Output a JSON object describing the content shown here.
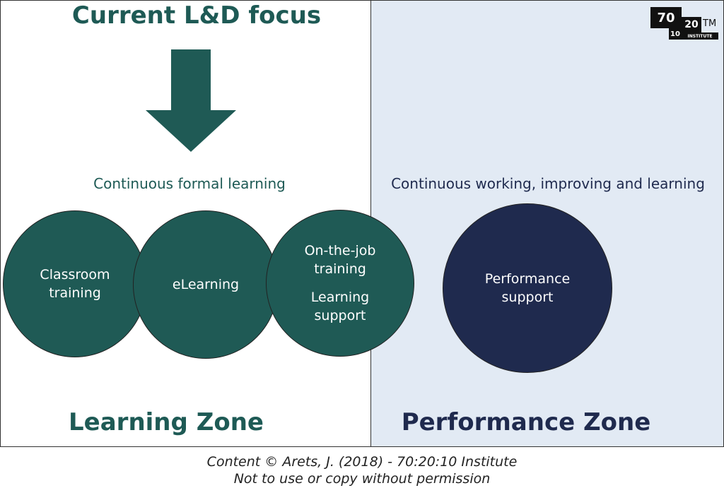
{
  "title": "Current L&D focus",
  "subtitles": {
    "left": "Continuous formal learning",
    "right": "Continuous working, improving and learning"
  },
  "circles": {
    "classroom": [
      "Classroom",
      "training"
    ],
    "elearning": "eLearning",
    "ojt": [
      "On-the-job",
      "training",
      "Learning",
      "support"
    ],
    "performance": [
      "Performance",
      "support"
    ]
  },
  "zones": {
    "learning": "Learning Zone",
    "performance": "Performance Zone"
  },
  "logo": {
    "n70": "70",
    "n20": "20",
    "tm": "TM",
    "n10": "10",
    "institute": "INSTITUTE"
  },
  "footer": {
    "line1": "Content © Arets, J. (2018) - 70:20:10 Institute",
    "line2": "Not to use or copy without permission"
  },
  "colors": {
    "green": "#1f5a55",
    "navy": "#1f2a4e",
    "right_zone_bg": "#e2eaf4"
  }
}
